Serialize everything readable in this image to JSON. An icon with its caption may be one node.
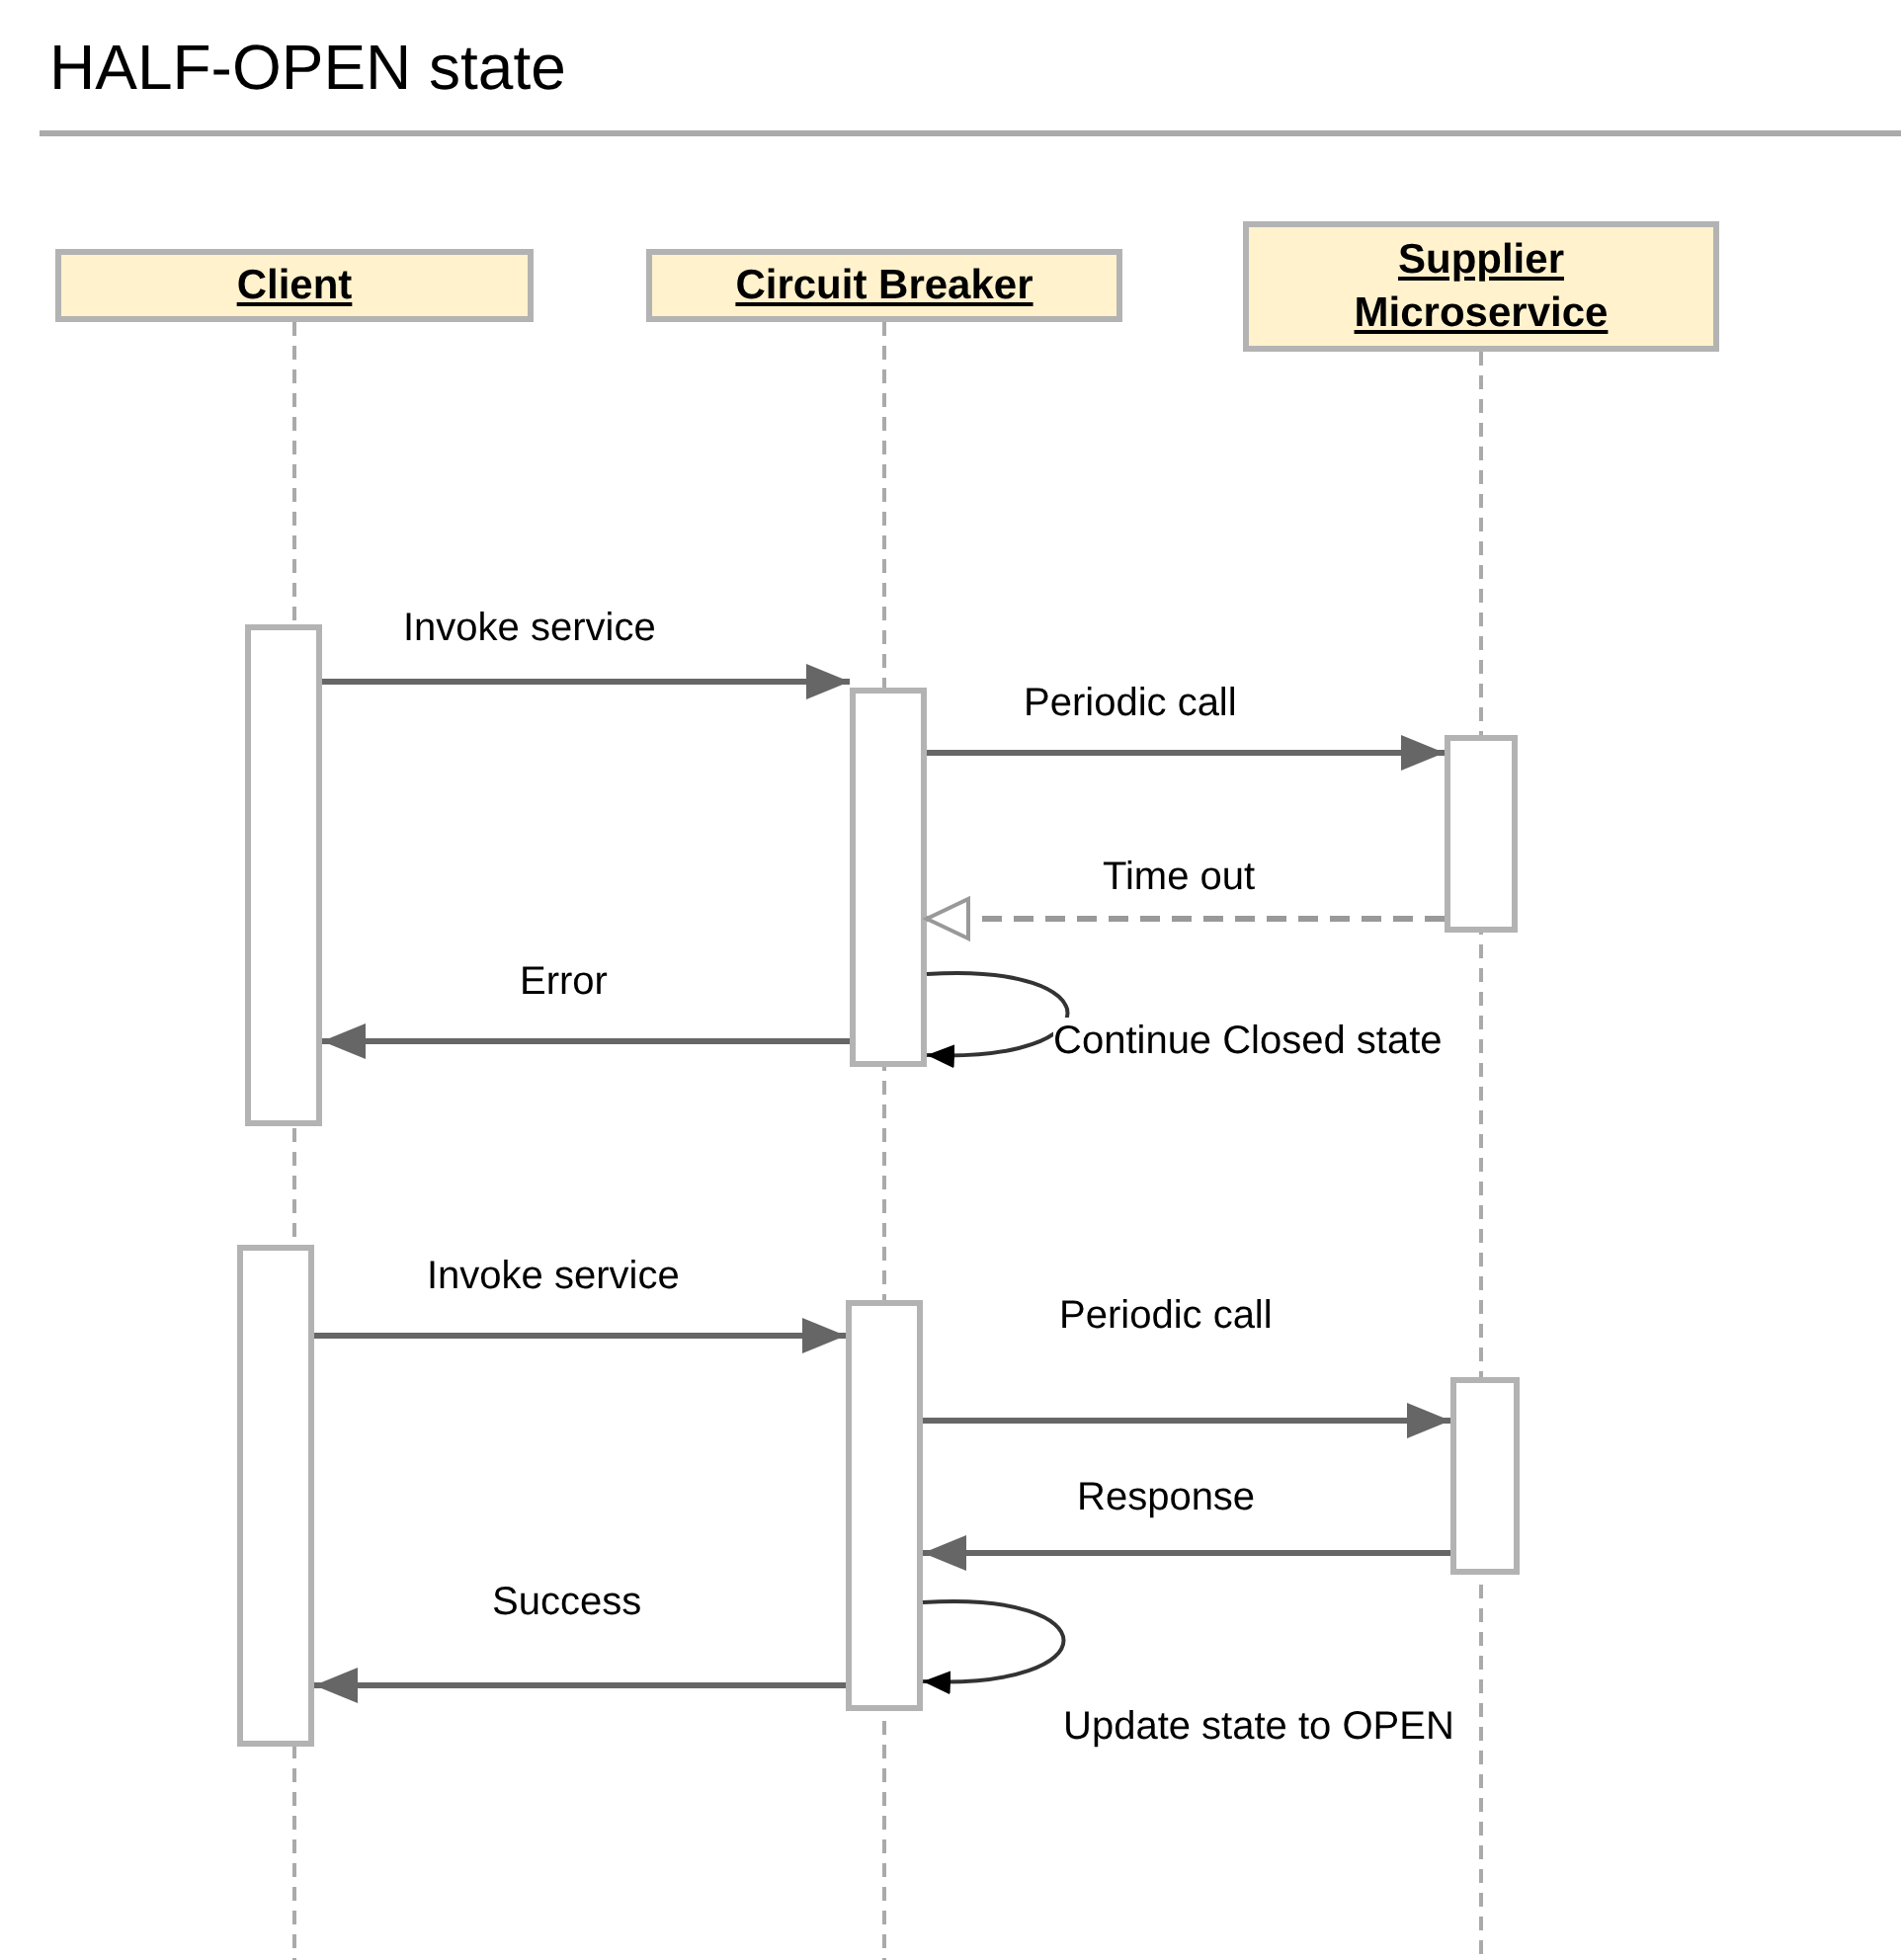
{
  "diagram": {
    "title": "HALF-OPEN state",
    "nodes": [
      {
        "text": [
          "Client"
        ]
      },
      {
        "text": [
          "Circuit Breaker"
        ]
      },
      {
        "text": [
          "Supplier Microservice"
        ]
      },
      {
        "text": [],
        "shape": "bar"
      },
      {
        "text": [],
        "shape": "bar"
      },
      {
        "text": [],
        "shape": "bar"
      },
      {
        "text": [],
        "shape": "bar"
      },
      {
        "text": [],
        "shape": "bar"
      },
      {
        "text": [],
        "shape": "bar"
      }
    ],
    "edges": [
      {
        "from": 3,
        "to": 4,
        "arrow": "to",
        "label": "Invoke service"
      },
      {
        "from": 4,
        "to": 5,
        "arrow": "to",
        "label": "Periodic call"
      },
      {
        "from": 5,
        "to": 4,
        "arrow": "to",
        "label": "Time out",
        "style": "dashed"
      },
      {
        "from": 4,
        "to": 4,
        "arrow": "to",
        "label": "Continue Closed state"
      },
      {
        "from": 4,
        "to": 3,
        "arrow": "to",
        "label": "Error"
      },
      {
        "from": 6,
        "to": 7,
        "arrow": "to",
        "label": "Invoke service"
      },
      {
        "from": 7,
        "to": 8,
        "arrow": "to",
        "label": "Periodic call"
      },
      {
        "from": 8,
        "to": 7,
        "arrow": "to",
        "label": "Response"
      },
      {
        "from": 7,
        "to": 7,
        "arrow": "to",
        "label": "Update state to OPEN"
      },
      {
        "from": 7,
        "to": 6,
        "arrow": "to",
        "label": "Success"
      }
    ]
  }
}
